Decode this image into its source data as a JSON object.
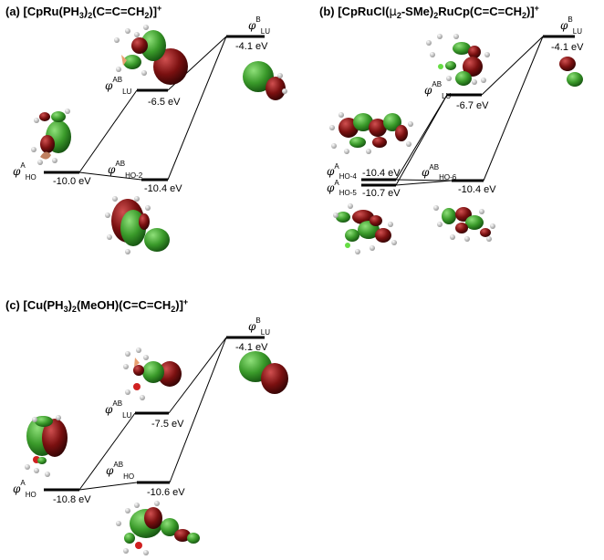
{
  "panels": [
    {
      "title": {
        "label": "(a)",
        "formula": "[CpRu(PH3)2(C=C=CH2)]+"
      },
      "levels": {
        "phi_a_ho": {
          "symbol": "φ",
          "sup": "A",
          "sub": "HO",
          "energy": "-10.0 eV"
        },
        "phi_ab_lu": {
          "symbol": "φ",
          "sup": "AB",
          "sub": "LU",
          "energy": "-6.5 eV"
        },
        "phi_ab_ho2": {
          "symbol": "φ",
          "sup": "AB",
          "sub": "HO-2",
          "energy": "-10.4 eV"
        },
        "phi_b_lu": {
          "symbol": "φ",
          "sup": "B",
          "sub": "LU",
          "energy": "-4.1 eV"
        }
      }
    },
    {
      "title": {
        "label": "(b)",
        "formula": "[CpRuCl(μ2-SMe)2RuCp(C=C=CH2)]+"
      },
      "levels": {
        "phi_a_ho4": {
          "symbol": "φ",
          "sup": "A",
          "sub": "HO-4",
          "energy": "-10.4 eV"
        },
        "phi_a_ho5": {
          "symbol": "φ",
          "sup": "A",
          "sub": "HO-5",
          "energy": "-10.7 eV"
        },
        "phi_ab_lu": {
          "symbol": "φ",
          "sup": "AB",
          "sub": "LU",
          "energy": "-6.7 eV"
        },
        "phi_ab_ho6": {
          "symbol": "φ",
          "sup": "AB",
          "sub": "HO-6",
          "energy": "-10.4 eV"
        },
        "phi_b_lu": {
          "symbol": "φ",
          "sup": "B",
          "sub": "LU",
          "energy": "-4.1 eV"
        }
      }
    },
    {
      "title": {
        "label": "(c)",
        "formula": "[Cu(PH3)2(MeOH)(C=C=CH2)]+"
      },
      "levels": {
        "phi_a_ho": {
          "symbol": "φ",
          "sup": "A",
          "sub": "HO",
          "energy": "-10.8 eV"
        },
        "phi_ab_lu": {
          "symbol": "φ",
          "sup": "AB",
          "sub": "LU",
          "energy": "-7.5 eV"
        },
        "phi_ab_ho": {
          "symbol": "φ",
          "sup": "AB",
          "sub": "HO",
          "energy": "-10.6 eV"
        },
        "phi_b_lu": {
          "symbol": "φ",
          "sup": "B",
          "sub": "LU",
          "energy": "-4.1 eV"
        }
      }
    }
  ],
  "colors": {
    "orbital_positive": "#3a9a2a",
    "orbital_negative": "#7a1010",
    "level_line": "#000000",
    "atom_h": "#e8e8e8",
    "atom_p": "#e8a070",
    "atom_cl": "#66dd44",
    "atom_o": "#d02020"
  }
}
